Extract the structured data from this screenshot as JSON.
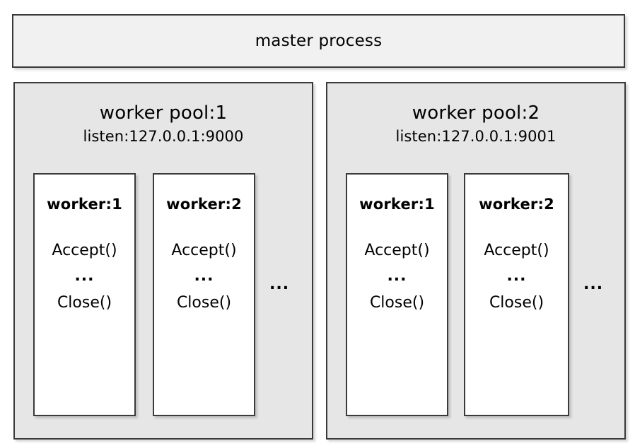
{
  "diagram": {
    "title": "master process",
    "master": {
      "label": "master process"
    },
    "pools": [
      {
        "title": "worker pool:1",
        "listen": "listen:127.0.0.1:9000",
        "more": "...",
        "workers": [
          {
            "title": "worker:1",
            "first_call": "Accept()",
            "ellipsis": "...",
            "last_call": "Close()"
          },
          {
            "title": "worker:2",
            "first_call": "Accept()",
            "ellipsis": "...",
            "last_call": "Close()"
          }
        ]
      },
      {
        "title": "worker pool:2",
        "listen": "listen:127.0.0.1:9001",
        "more": "...",
        "workers": [
          {
            "title": "worker:1",
            "first_call": "Accept()",
            "ellipsis": "...",
            "last_call": "Close()"
          },
          {
            "title": "worker:2",
            "first_call": "Accept()",
            "ellipsis": "...",
            "last_call": "Close()"
          }
        ]
      }
    ],
    "colors": {
      "page_background": "#ffffff",
      "master_fill": "#f1f1f1",
      "pool_fill": "#e6e6e6",
      "worker_fill": "#ffffff",
      "border": "#3a3a3a",
      "text": "#000000"
    }
  }
}
